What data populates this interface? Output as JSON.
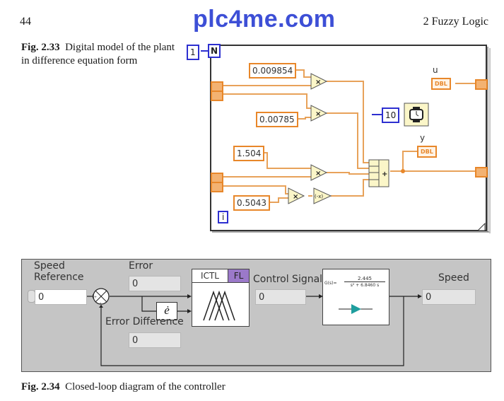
{
  "header": {
    "page_number": "44",
    "watermark": "plc4me.com",
    "chapter": "2  Fuzzy Logic"
  },
  "figure_2_33": {
    "label": "Fig. 2.33",
    "caption": "Digital model of the plant in difference equation form",
    "loop_count_constant": "1",
    "loop_count_terminal": "N",
    "iteration_terminal": "i",
    "coefficients": [
      "0.009854",
      "0.00785",
      "1.504",
      "0.5043"
    ],
    "wait_ms_constant": "10",
    "output_u": {
      "label": "u",
      "type": "DBL"
    },
    "output_y": {
      "label": "y",
      "type": "DBL"
    },
    "multiply_symbol": "×",
    "negate_symbol": "(-x)",
    "add_symbol": "+"
  },
  "figure_2_34": {
    "label": "Fig. 2.34",
    "caption": "Closed-loop diagram of the controller",
    "speed_reference": {
      "label_line1": "Speed",
      "label_line2": "Reference",
      "value": "0"
    },
    "error": {
      "label": "Error",
      "value": "0"
    },
    "error_difference": {
      "label": "Error Difference",
      "value": "0"
    },
    "derivative_symbol": "ė",
    "fuzzy_block": {
      "tab1": "ICTL",
      "tab2": "FL"
    },
    "control_signal": {
      "label": "Control Signal",
      "value": "0"
    },
    "transfer_function": {
      "prefix": "G(s)=",
      "numerator": "2.445",
      "denominator": "s² + 6.8460 s"
    },
    "speed": {
      "label": "Speed",
      "value": "0"
    },
    "colors": {
      "fl_tab": "#9b79c9",
      "gain_arrow": "#1e9e9e",
      "panel_bg": "#c5c5c5"
    }
  }
}
